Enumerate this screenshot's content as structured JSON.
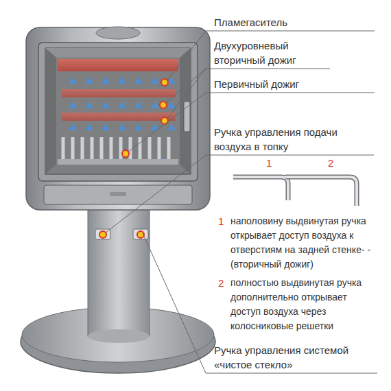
{
  "diagram": {
    "labels": [
      "Пламегаситель",
      "Двухуровневый вторичный дожиг",
      "Первичный дожиг",
      "Ручка управления подачи воздуха в топку",
      "1",
      "2",
      "1",
      "наполовину выдвинутая ручка открывает доступ воздуха к отверстиям на задней стенке- -(вторичный дожиг)",
      "2",
      "полностью выдвинутая ручка дополнительно открывает доступ воздуха через колосниковые решетки",
      "Ручка управления системой «чистое стекло»"
    ]
  }
}
